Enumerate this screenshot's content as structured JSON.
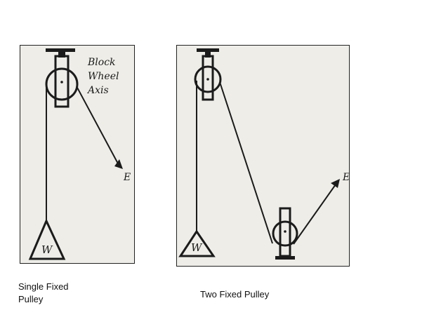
{
  "diagrams": {
    "single": {
      "caption": "Single Fixed\nPulley",
      "labels": {
        "block": "Block",
        "wheel": "Wheel",
        "axis": "Axis",
        "effort": "E",
        "weight": "W"
      }
    },
    "two": {
      "caption": "Two Fixed Pulley",
      "labels": {
        "effort": "E",
        "weight": "W"
      }
    }
  },
  "colors": {
    "panel_bg": "#eeede8",
    "ink": "#1b1b1b"
  }
}
